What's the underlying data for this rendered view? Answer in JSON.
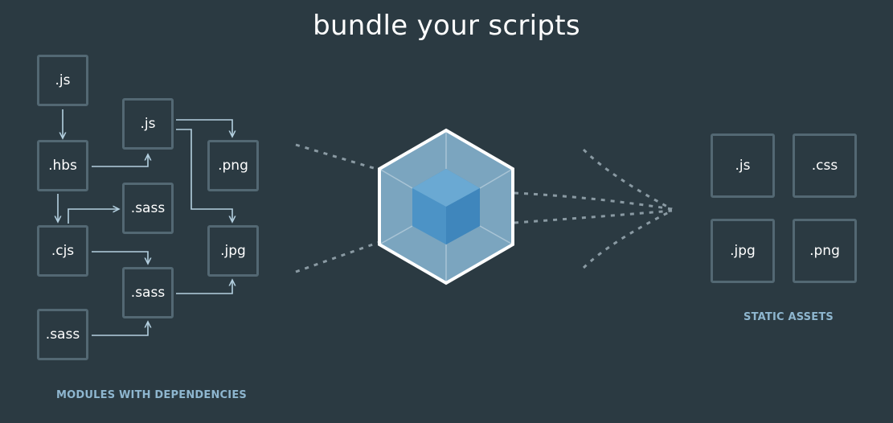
{
  "title": "bundle your scripts",
  "modules": {
    "caption": "MODULES WITH DEPENDENCIES",
    "items": [
      ".js",
      ".js",
      ".hbs",
      ".png",
      ".sass",
      ".cjs",
      ".jpg",
      ".sass",
      ".sass"
    ]
  },
  "assets": {
    "caption": "STATIC ASSETS",
    "items": [
      ".js",
      ".css",
      ".jpg",
      ".png"
    ]
  },
  "colors": {
    "background": "#2b3a42",
    "box_border": "#536873",
    "arrow": "#b4d0e0",
    "caption": "#8eb6cf",
    "cube_outer": "#8ab9d5",
    "cube_inner": "#4c93c6"
  },
  "icons": {
    "logo": "webpack-cube-icon"
  }
}
